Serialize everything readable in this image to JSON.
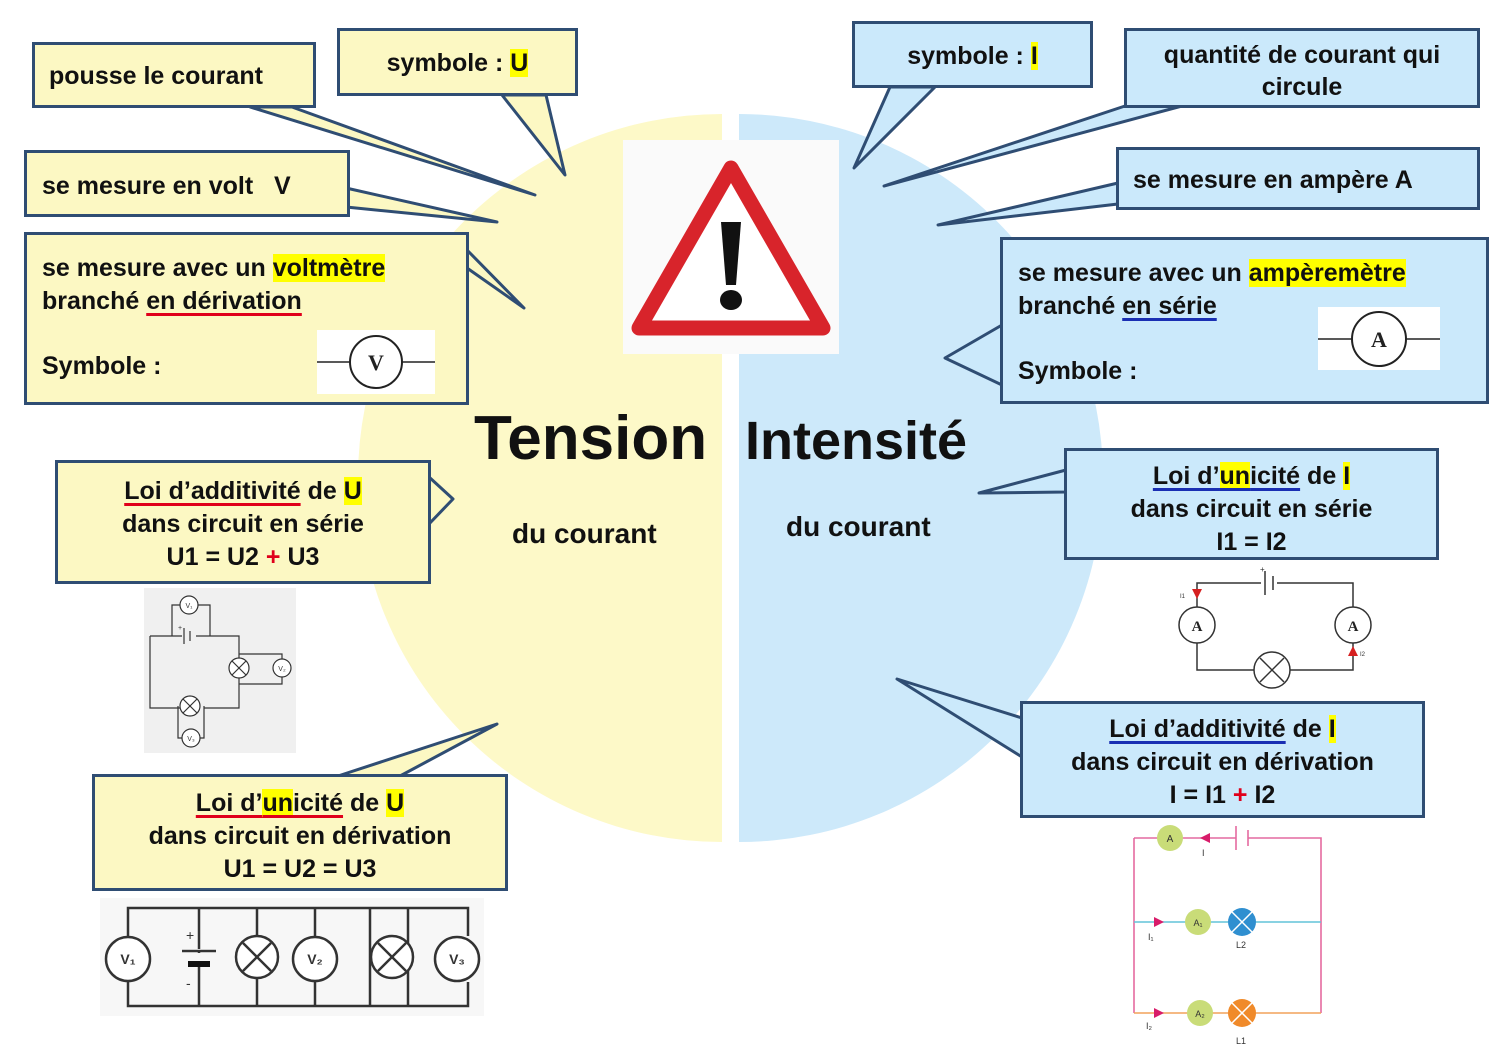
{
  "colors": {
    "tension_bg": "#fdf9c8",
    "intensite_bg": "#cde9fa",
    "box_border": "#2f4d73",
    "highlight": "#ffff00",
    "red": "#e0001b",
    "blue": "#1a2fb3"
  },
  "center": {
    "tension_title": "Tension",
    "tension_sub": "du courant",
    "intensite_title": "Intensité",
    "intensite_sub": "du courant",
    "warning_icon": "warning-triangle-icon"
  },
  "tension": {
    "pousse": "pousse le courant",
    "symbole_label": "symbole :",
    "symbole_value": "U",
    "unite": "se mesure en volt   V",
    "appareil_text": "se mesure avec un",
    "appareil_name": "voltmètre",
    "branche_text": "branché",
    "branche_mode": "en dérivation",
    "symbole_line": "Symbole :",
    "meter_letter": "V",
    "loi1_title": "Loi d’additivité",
    "loi1_de": "de",
    "loi1_var": "U",
    "loi1_line2": "dans circuit en série",
    "loi1_f1": "U1 = U2",
    "loi1_plus": "+",
    "loi1_f2": "U3",
    "loi2_pre": "Loi d’",
    "loi2_un": "un",
    "loi2_post": "icité",
    "loi2_de": "de",
    "loi2_var": "U",
    "loi2_line2": "dans circuit en dérivation",
    "loi2_formula": "U1 = U2 = U3"
  },
  "intensite": {
    "symbole_label": "symbole :",
    "symbole_value": "I",
    "quantite": "quantité de courant qui circule",
    "unite": "se mesure en ampère A",
    "appareil_text": "se mesure avec un",
    "appareil_name": "ampèremètre",
    "branche_text": "branché",
    "branche_mode": "en série",
    "symbole_line": "Symbole :",
    "meter_letter": "A",
    "loi1_pre": "Loi d’",
    "loi1_un": "un",
    "loi1_post": "icité",
    "loi1_de": "de",
    "loi1_var": "I",
    "loi1_line2": "dans circuit en série",
    "loi1_formula": "I1 = I2",
    "loi2_title": "Loi d’additivité",
    "loi2_de": "de",
    "loi2_var": "I",
    "loi2_line2": "dans circuit en dérivation",
    "loi2_f1": "I = I1",
    "loi2_plus": "+",
    "loi2_f2": "I2"
  },
  "circuits": {
    "v1": "V₁",
    "v2": "V₂",
    "v3": "V₃",
    "a": "A",
    "a1": "A₁",
    "a2": "A₂",
    "i": "I",
    "i1": "I₁",
    "i2": "I₂",
    "l1": "L1",
    "l2": "L2",
    "i1_small": "I1",
    "i2_small": "I2",
    "plus": "+",
    "minus": "-"
  }
}
